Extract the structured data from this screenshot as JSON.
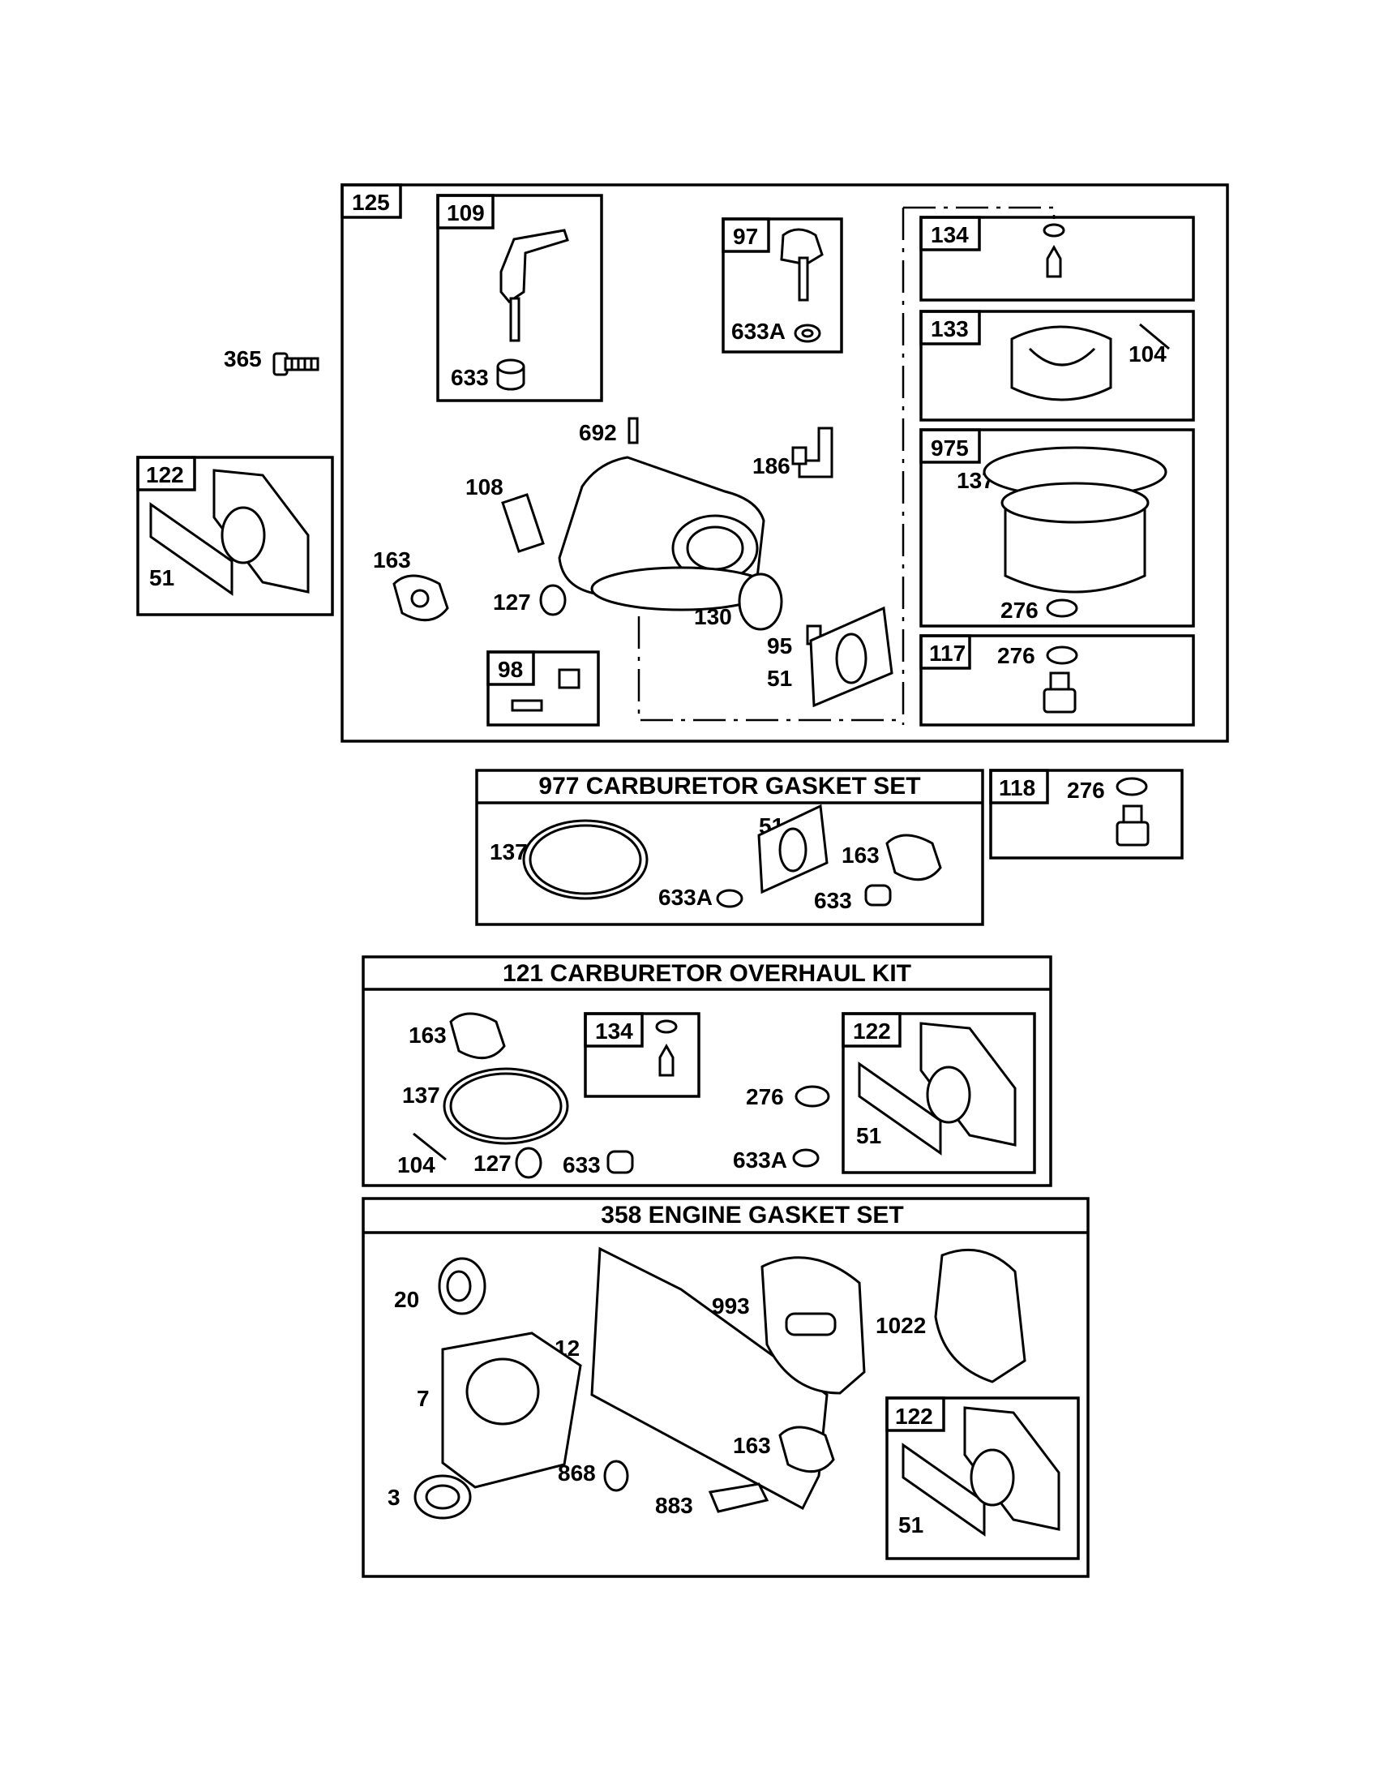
{
  "main_group": {
    "id": "125",
    "labels": {
      "p365": "365",
      "p109": "109",
      "p633": "633",
      "p97": "97",
      "p633a": "633A",
      "p134": "134",
      "p133": "133",
      "p104": "104",
      "p975": "975",
      "p137": "137",
      "p276a": "276",
      "p117": "117",
      "p276b": "276",
      "p692": "692",
      "p186": "186",
      "p108": "108",
      "p163": "163",
      "p127": "127",
      "p130": "130",
      "p95": "95",
      "p51": "51",
      "p98": "98"
    }
  },
  "side_group": {
    "id": "122",
    "p51": "51"
  },
  "gasket_set": {
    "title": "977 CARBURETOR  GASKET SET",
    "labels": {
      "p137": "137",
      "p51": "51",
      "p163": "163",
      "p633a": "633A",
      "p633": "633"
    }
  },
  "part_118": {
    "id": "118",
    "p276": "276"
  },
  "overhaul_kit": {
    "title": "121 CARBURETOR OVERHAUL KIT",
    "labels": {
      "p163": "163",
      "p134": "134",
      "p122": "122",
      "p137": "137",
      "p276": "276",
      "p51": "51",
      "p104": "104",
      "p127": "127",
      "p633": "633",
      "p633a": "633A"
    }
  },
  "engine_gasket_set": {
    "title": "358 ENGINE GASKET SET",
    "labels": {
      "p20": "20",
      "p12": "12",
      "p993": "993",
      "p1022": "1022",
      "p7": "7",
      "p163": "163",
      "p122": "122",
      "p3": "3",
      "p868": "868",
      "p883": "883",
      "p51": "51"
    }
  }
}
